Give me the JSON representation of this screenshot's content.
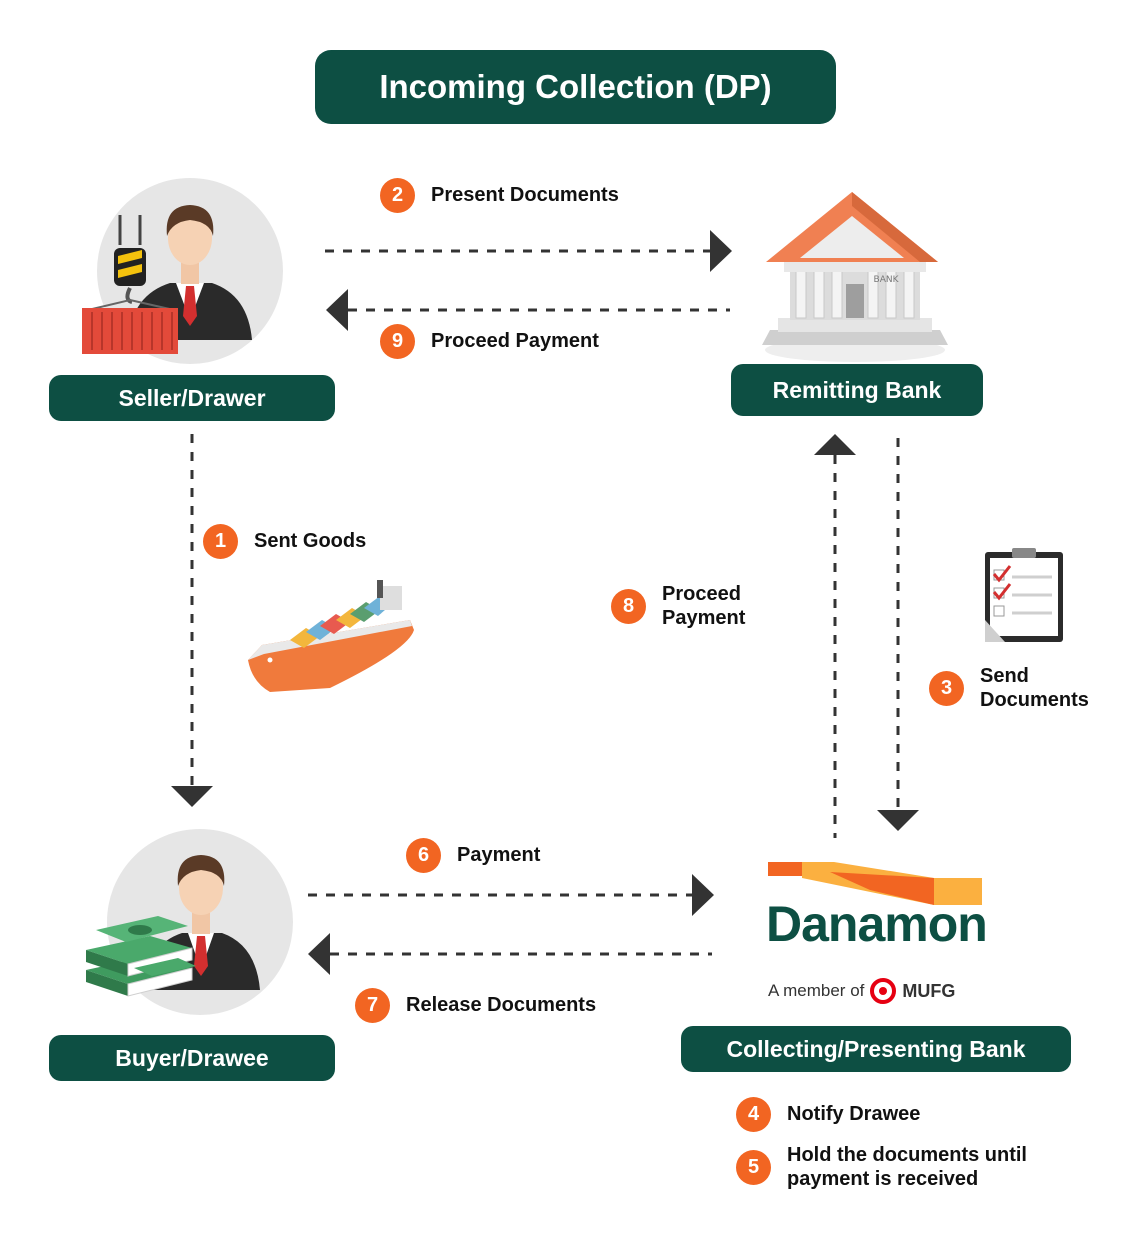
{
  "title": "Incoming Collection (DP)",
  "parties": {
    "seller": "Seller/Drawer",
    "remitting_bank": "Remitting Bank",
    "buyer": "Buyer/Drawee",
    "collecting_bank": "Collecting/Presenting Bank"
  },
  "steps": [
    {
      "number": "1",
      "label": "Sent Goods"
    },
    {
      "number": "2",
      "label": "Present Documents"
    },
    {
      "number": "3",
      "label": "Send Documents"
    },
    {
      "number": "4",
      "label": "Notify Drawee"
    },
    {
      "number": "5",
      "label": "Hold the documents until payment is received"
    },
    {
      "number": "6",
      "label": "Payment"
    },
    {
      "number": "7",
      "label": "Release Documents"
    },
    {
      "number": "8",
      "label": "Proceed Payment"
    },
    {
      "number": "9",
      "label": "Proceed Payment"
    }
  ],
  "brand": {
    "name": "Danamon",
    "member_of": "A member of",
    "parent": "MUFG",
    "building_sign": "BANK"
  },
  "colors": {
    "primary": "#0d4f43",
    "badge": "#f26522",
    "arrow": "#333333"
  }
}
